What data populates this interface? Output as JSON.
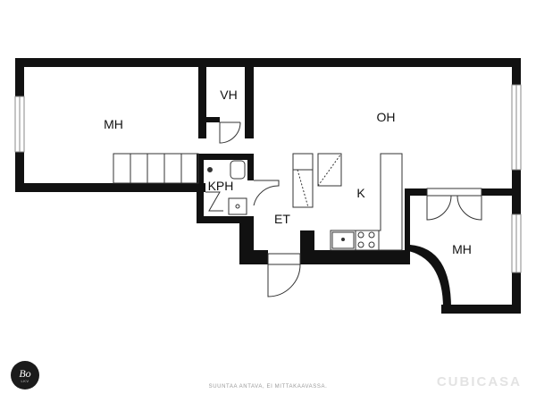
{
  "rooms": {
    "mh_left": "MH",
    "vh": "VH",
    "oh": "OH",
    "kph": "KPH",
    "k": "K",
    "et": "ET",
    "mh_right": "MH"
  },
  "footer_note": "SUUNTAA ANTAVA, EI MITTAKAAVASSA.",
  "brand": "CUBICASA",
  "logo": {
    "mark": "Bo",
    "sub": "LKV"
  },
  "colors": {
    "wall": "#111111",
    "window": "#dfe7ea",
    "fixture": "#333333",
    "background": "#ffffff"
  }
}
